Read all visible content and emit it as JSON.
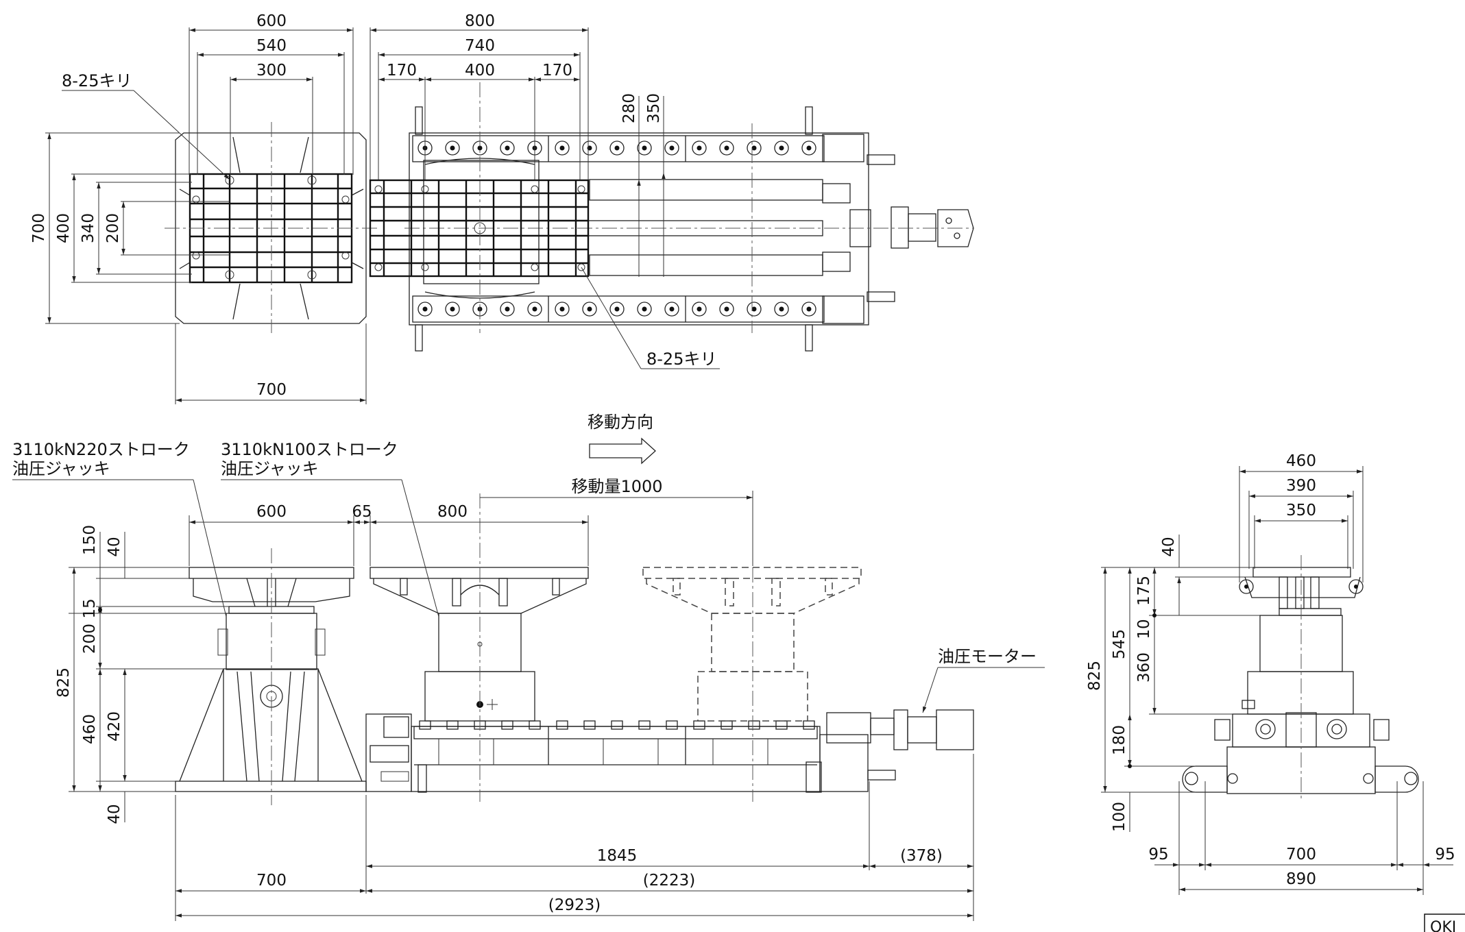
{
  "dimensions": {
    "top_width_600": "600",
    "top_width_540": "540",
    "top_width_300": "300",
    "top_width_800": "800",
    "top_width_740": "740",
    "top_170_left": "170",
    "top_400": "400",
    "top_170_right": "170",
    "top_280": "280",
    "top_350": "350",
    "top_700_vert": "700",
    "top_400_vert": "400",
    "top_340_vert": "340",
    "top_200_vert": "200",
    "top_700_bottom": "700",
    "side_600": "600",
    "side_65": "65",
    "side_800": "800",
    "side_travel": "移動量1000",
    "side_150": "150",
    "side_40_top": "40",
    "side_15": "15",
    "side_200": "200",
    "side_420": "420",
    "side_825": "825",
    "side_460": "460",
    "side_40_bottom": "40",
    "bottom_1845": "1845",
    "bottom_378": "(378)",
    "bottom_700": "700",
    "bottom_2223": "(2223)",
    "bottom_2923": "(2923)",
    "end_460": "460",
    "end_390": "390",
    "end_350": "350",
    "end_40": "40",
    "end_175": "175",
    "end_10": "10",
    "end_545": "545",
    "end_360": "360",
    "end_825": "825",
    "end_180": "180",
    "end_100": "100",
    "end_95_left": "95",
    "end_700": "700",
    "end_95_right": "95",
    "end_890": "890"
  },
  "labels": {
    "hole_note_left": "8-25キリ",
    "hole_note_right": "8-25キリ",
    "direction": "移動方向",
    "jack_220_line1": "3110kN220ストローク",
    "jack_220_line2": "油圧ジャッキ",
    "jack_100_line1": "3110kN100ストローク",
    "jack_100_line2": "油圧ジャッキ",
    "motor": "油圧モーター",
    "corner_stamp": "OKI"
  }
}
